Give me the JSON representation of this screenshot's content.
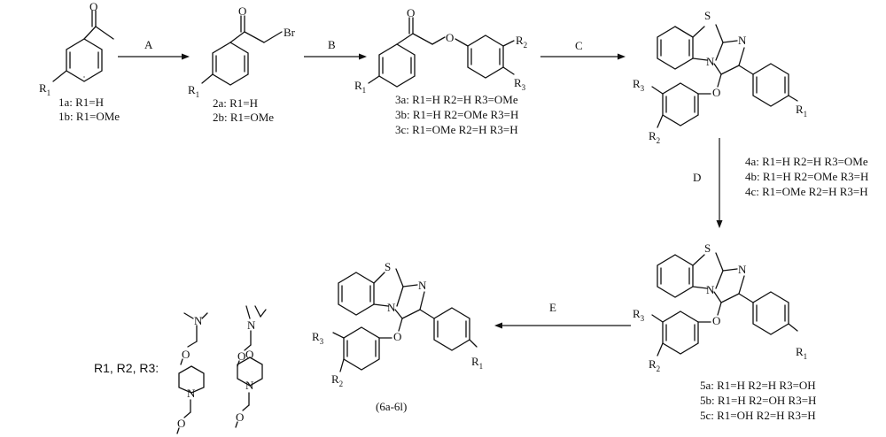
{
  "steps": {
    "A": "A",
    "B": "B",
    "C": "C",
    "D": "D",
    "E": "E"
  },
  "atoms": {
    "S": "S",
    "N": "N",
    "O": "O",
    "Br": "Br",
    "R1": "R",
    "R1_sub": "1",
    "R2": "R",
    "R2_sub": "2",
    "R3": "R",
    "R3_sub": "3"
  },
  "labels": {
    "c1": [
      "1a: R1=H",
      "1b: R1=OMe"
    ],
    "c2": [
      "2a: R1=H",
      "2b: R1=OMe"
    ],
    "c3": [
      "3a: R1=H R2=H R3=OMe",
      "3b: R1=H R2=OMe R3=H",
      "3c: R1=OMe R2=H R3=H"
    ],
    "c4": [
      "4a: R1=H R2=H R3=OMe",
      "4b: R1=H R2=OMe R3=H",
      "4c: R1=OMe R2=H R3=H"
    ],
    "c5": [
      "5a: R1=H R2=H R3=OH",
      "5b: R1=H R2=OH R3=H",
      "5c: R1=OH R2=H R3=H"
    ],
    "c6": "(6a-6l)",
    "substituents_prefix": "R1, R2, R3:"
  }
}
